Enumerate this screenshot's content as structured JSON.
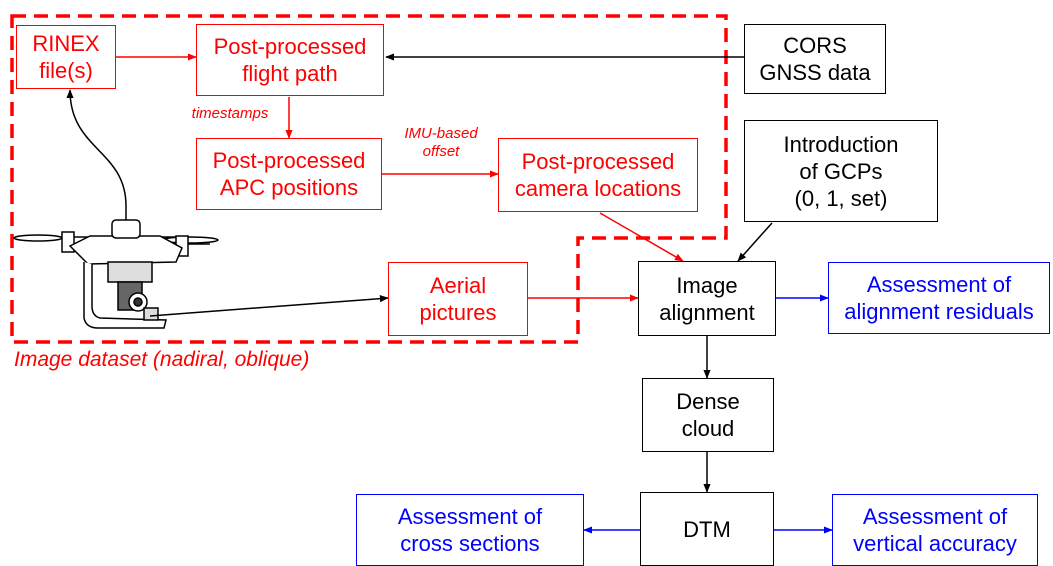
{
  "boxes": {
    "rinex": [
      "RINEX",
      "file(s)"
    ],
    "flight_path": [
      "Post-processed",
      "flight path"
    ],
    "cors": [
      "CORS",
      "GNSS data"
    ],
    "apc": [
      "Post-processed",
      "APC positions"
    ],
    "camera_locations": [
      "Post-processed",
      "camera locations"
    ],
    "gcps": [
      "Introduction",
      "of GCPs",
      "(0, 1, set)"
    ],
    "aerial": [
      "Aerial",
      "pictures"
    ],
    "alignment": [
      "Image",
      "alignment"
    ],
    "assess_alignment": [
      "Assessment of",
      "alignment residuals"
    ],
    "dense": [
      "Dense",
      "cloud"
    ],
    "dtm": [
      "DTM"
    ],
    "assess_cross": [
      "Assessment of",
      "cross sections"
    ],
    "assess_vertical": [
      "Assessment of",
      "vertical accuracy"
    ]
  },
  "labels": {
    "timestamps": "timestamps",
    "imu_offset": [
      "IMU-based",
      "offset"
    ],
    "dataset": "Image dataset (nadiral, oblique)"
  },
  "colors": {
    "red": "#ff0000",
    "black": "#000000",
    "blue": "#0000ff"
  }
}
